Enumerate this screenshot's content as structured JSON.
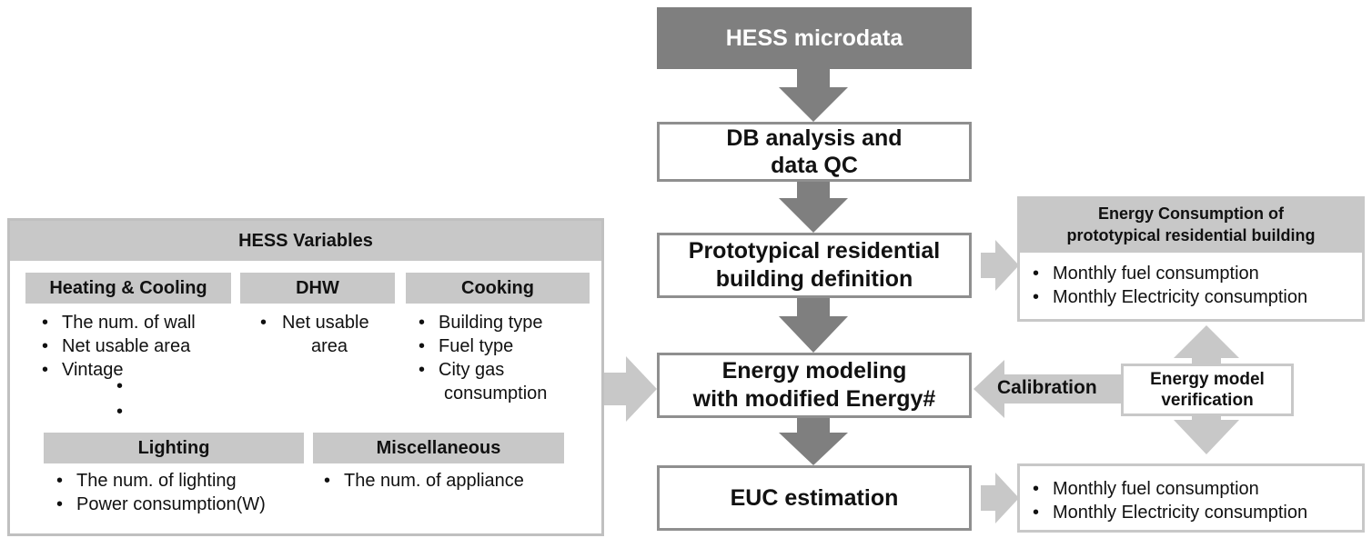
{
  "flow": {
    "hess_microdata": "HESS microdata",
    "db_analysis_line1": "DB analysis and",
    "db_analysis_line2": "data QC",
    "prototypical_line1": "Prototypical residential",
    "prototypical_line2": "building definition",
    "energy_modeling_line1": "Energy modeling",
    "energy_modeling_line2": "with modified Energy#",
    "euc_estimation": "EUC estimation"
  },
  "hess_variables": {
    "title": "HESS Variables",
    "heating_cooling": {
      "title": "Heating & Cooling",
      "items": [
        "The num. of wall",
        "Net usable area",
        "Vintage"
      ]
    },
    "dhw": {
      "title": "DHW",
      "item_line1": "Net usable",
      "item_line2": "area"
    },
    "cooking": {
      "title": "Cooking",
      "items": [
        "Building type",
        "Fuel type",
        "City gas"
      ],
      "item_continuation": "consumption"
    },
    "lighting": {
      "title": "Lighting",
      "items": [
        "The num. of lighting",
        "Power consumption(W)"
      ]
    },
    "miscellaneous": {
      "title": "Miscellaneous",
      "items": [
        "The num. of appliance"
      ]
    }
  },
  "energy_consumption": {
    "title_line1": "Energy Consumption of",
    "title_line2": "prototypical residential building",
    "items": [
      "Monthly fuel consumption",
      "Monthly Electricity consumption"
    ]
  },
  "verification": {
    "calibration": "Calibration",
    "label_line1": "Energy model",
    "label_line2": "verification"
  },
  "euc_output": {
    "items": [
      "Monthly fuel consumption",
      "Monthly Electricity consumption"
    ]
  },
  "colors": {
    "dark_box": "#7f7f7f",
    "dark_arrow": "#7f7f7f",
    "light_arrow": "#c8c8c8",
    "header_gray": "#c8c8c8",
    "border_gray": "#8f8f8f"
  }
}
